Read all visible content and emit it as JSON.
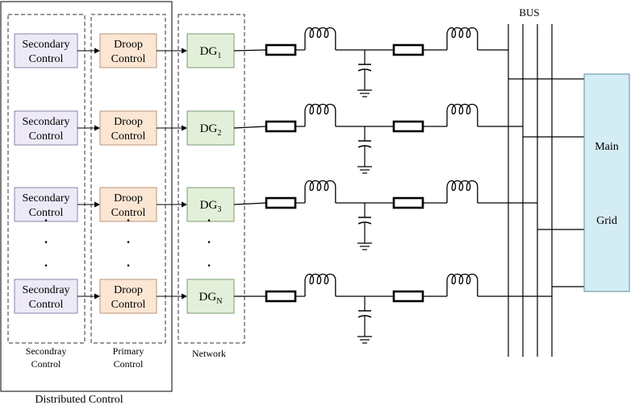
{
  "colors": {
    "secondary_fill": "#ede9f7",
    "secondary_stroke": "#8a86a8",
    "droop_fill": "#fbe6d3",
    "droop_stroke": "#b89478",
    "dg_fill": "#e3f0d9",
    "dg_stroke": "#7e9a6e",
    "grid_fill": "#d4ecf3",
    "grid_stroke": "#5c8ea0",
    "line": "#000000"
  },
  "rows": [
    {
      "secondary": [
        "Secondary",
        "Control"
      ],
      "droop": [
        "Droop",
        "Control"
      ],
      "dg_main": "DG",
      "dg_sub": "1"
    },
    {
      "secondary": [
        "Secondary",
        "Control"
      ],
      "droop": [
        "Droop",
        "Control"
      ],
      "dg_main": "DG",
      "dg_sub": "2"
    },
    {
      "secondary": [
        "Secondary",
        "Control"
      ],
      "droop": [
        "Droop",
        "Control"
      ],
      "dg_main": "DG",
      "dg_sub": "3"
    },
    {
      "secondary": [
        "Secondray",
        "Control"
      ],
      "droop": [
        "Droop",
        "Control"
      ],
      "dg_main": "DG",
      "dg_sub": "N"
    }
  ],
  "ellipsis_dot": "·",
  "labels": {
    "secondary_group": [
      "Secondray",
      "Control"
    ],
    "primary_group": [
      "Primary",
      "Control"
    ],
    "network_group": "Network",
    "distributed": "Distributed Control",
    "bus": "BUS",
    "grid": [
      "Main",
      "Grid"
    ]
  }
}
